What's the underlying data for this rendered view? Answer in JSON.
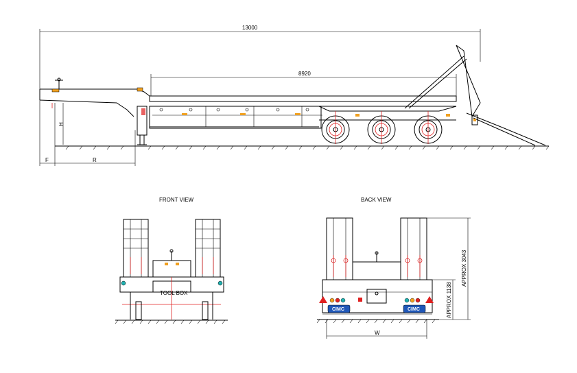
{
  "dimensions": {
    "overall_length": "13000",
    "deck_length": "8920",
    "height_label": "H",
    "front_overhang_label": "F",
    "kingpin_to_leg_label": "R",
    "width_label": "W",
    "approx_total_height": "APPROX 3043",
    "approx_deck_height": "APPROX 1138"
  },
  "views": {
    "front_title": "FRONT VIEW",
    "back_title": "BACK VIEW"
  },
  "labels": {
    "toolbox": "TOOL BOX",
    "brand_left": "CIMC",
    "brand_right": "CIMC"
  },
  "colors": {
    "line": "#000000",
    "accent_red": "#e02020",
    "lamp_orange": "#f0a020",
    "lamp_teal": "#20b0b0",
    "brand_blue": "#1f57b8"
  }
}
